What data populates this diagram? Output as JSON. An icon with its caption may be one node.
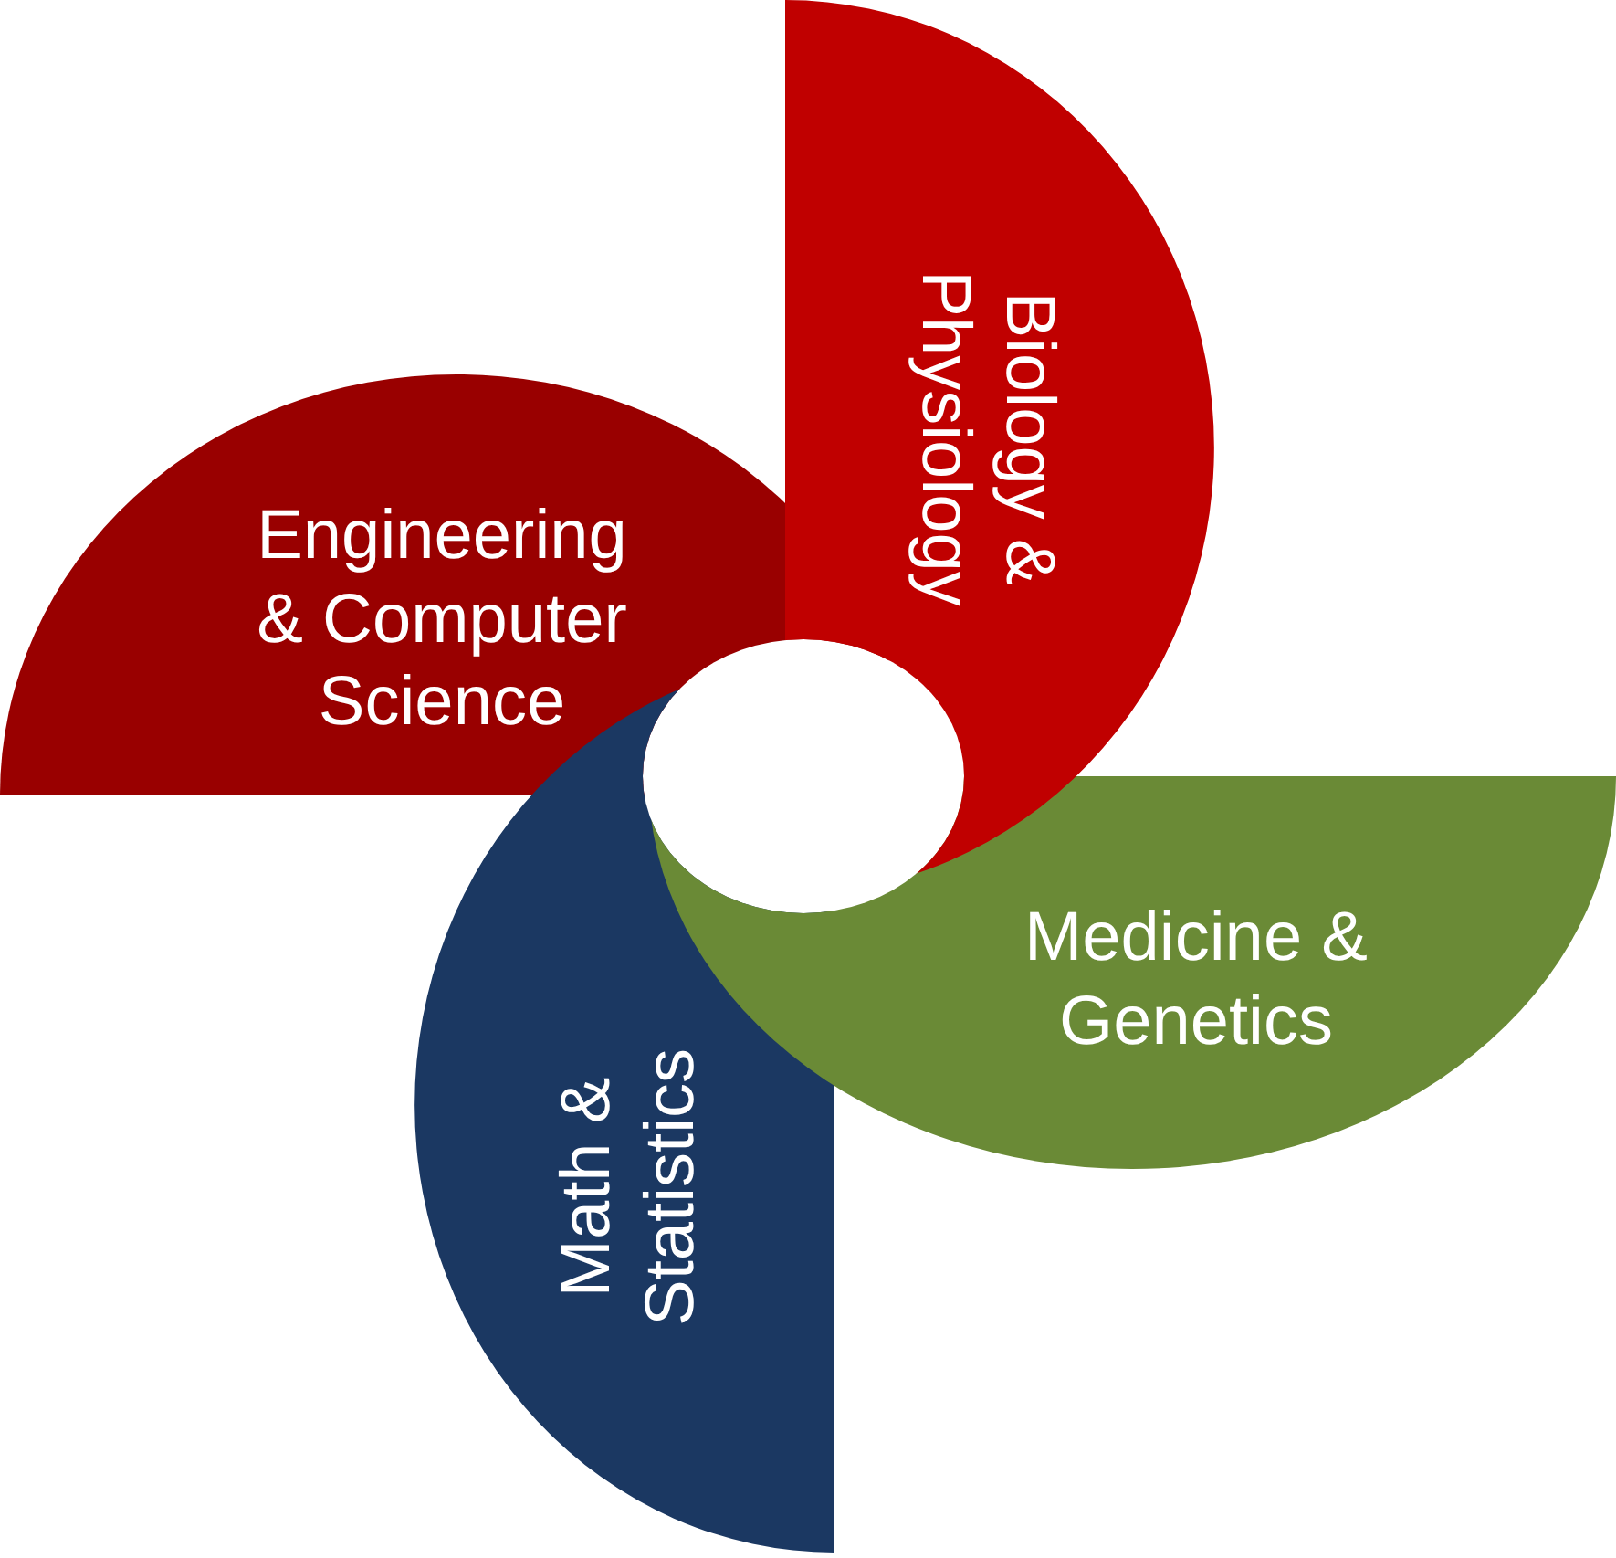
{
  "diagram": {
    "nodes": [
      {
        "text": [
          "Biology & Physiology"
        ]
      },
      {
        "text": [
          "Engineering & Computer Science"
        ]
      },
      {
        "text": [
          "Medicine & Genetics"
        ]
      },
      {
        "text": [
          "Math & Statistics"
        ]
      }
    ]
  }
}
